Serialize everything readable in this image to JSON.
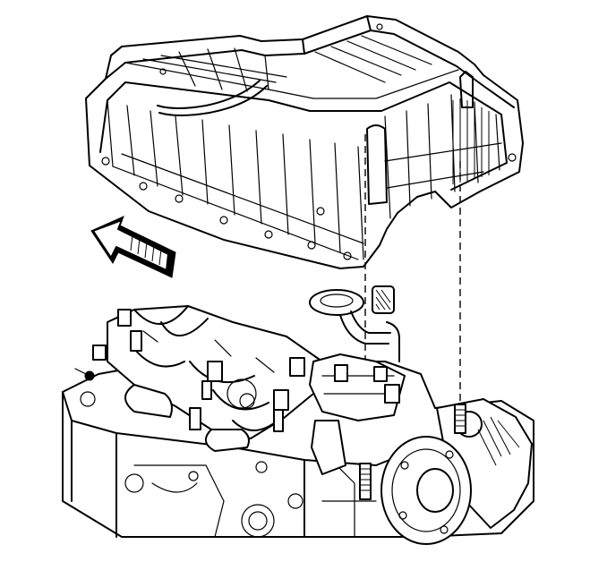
{
  "diagram": {
    "parts": [
      "oil-pan",
      "gasket",
      "oil-pump-pickup",
      "crankshaft",
      "engine-block",
      "front-cover",
      "alignment-stud"
    ],
    "arrow": "arrow-left-icon",
    "colors": {
      "line": "#000000",
      "background": "#ffffff"
    }
  }
}
